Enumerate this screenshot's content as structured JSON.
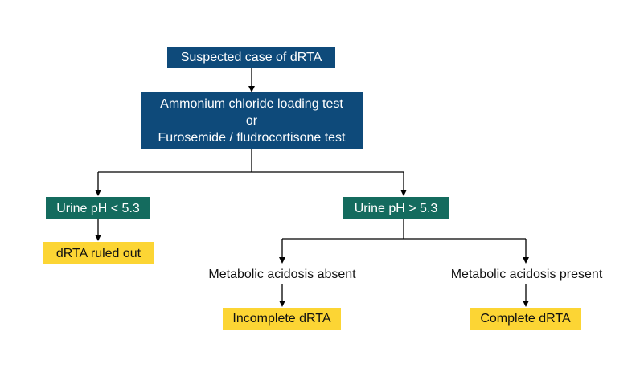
{
  "nodes": {
    "suspected": "Suspected case of dRTA",
    "test_line1": "Ammonium chloride loading test",
    "test_line2": "or",
    "test_line3": "Furosemide / fludrocortisone test",
    "ph_low": "Urine pH < 5.3",
    "ph_high": "Urine pH > 5.3",
    "ruled_out": "dRTA ruled out",
    "acidosis_absent": "Metabolic acidosis absent",
    "acidosis_present": "Metabolic acidosis present",
    "incomplete": "Incomplete dRTA",
    "complete": "Complete dRTA"
  },
  "colors": {
    "box_blue": "#0e4a7a",
    "box_teal": "#146b5e",
    "box_yellow": "#fcd534",
    "line": "#000000"
  }
}
